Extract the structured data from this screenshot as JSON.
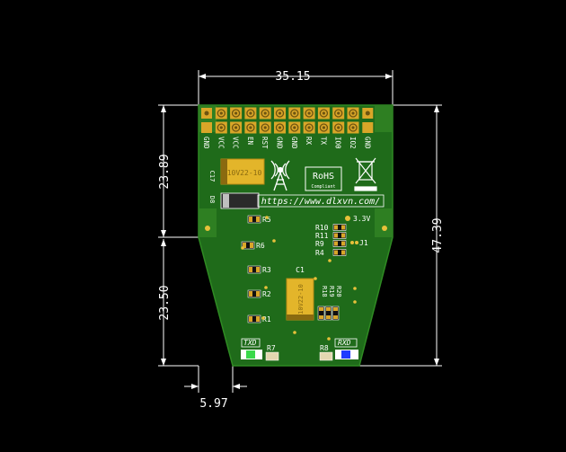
{
  "dimensions": {
    "top_width": "35.15",
    "left_upper": "23.89",
    "left_lower": "23.50",
    "right_height": "47.39",
    "bottom_offset": "5.97"
  },
  "board": {
    "url": "https://www.dlxvn.com/",
    "rohs_title": "RoHS",
    "rohs_sub": "Compliant",
    "header_pins": [
      "GND",
      "VCC",
      "VCC",
      "EN",
      "RST",
      "GND",
      "GND",
      "RX",
      "TX",
      "IO0",
      "IO2",
      "GND"
    ],
    "cap_c17": "C17",
    "cap_c17_marking": "10V22-10",
    "diode": "D8",
    "cap_c1": "C1",
    "cap_c1_marking": "10V22-10",
    "voltage_label": "3.3V",
    "jumper": "J1",
    "resistors_left": [
      "R5",
      "R6",
      "R3",
      "R2",
      "R1"
    ],
    "resistors_right": [
      "R10",
      "R11",
      "R9",
      "R4"
    ],
    "small_parts": [
      "R18",
      "R19",
      "R20"
    ],
    "led_left_label": "TXD",
    "led_left_res": "R7",
    "led_right_label": "RXD",
    "led_right_res": "R8"
  },
  "colors": {
    "background": "#000000",
    "pcb": "#1f6b1a",
    "pcb_edge": "#2f8a23",
    "pad_gold": "#d9a628",
    "silk": "#ffffff",
    "tantalum": "#e3b52a",
    "led_blue": "#1f3cff",
    "led_green": "#39d94a"
  }
}
